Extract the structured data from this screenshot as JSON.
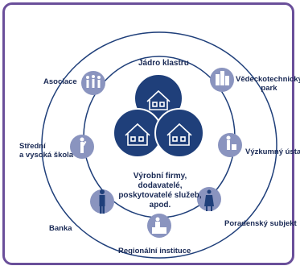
{
  "diagram": {
    "core_label": "Jádro klastru",
    "core_description": "Výrobní firmy, dodavatelé, poskytovatelé služeb, apod.",
    "colors": {
      "frame": "#6a4f9a",
      "circle_dark": "#1f3f7a",
      "icon_bg": "#8a94bf",
      "text": "#1a2a55"
    },
    "nodes": [
      {
        "label": "Asociace",
        "icon": "people-group-icon"
      },
      {
        "label": "Střední\na vysoká škola",
        "icon": "student-icon"
      },
      {
        "label": "Banka",
        "icon": "banker-icon"
      },
      {
        "label": "Regionální instituce",
        "icon": "official-desk-icon"
      },
      {
        "label": "Poradenský subjekt",
        "icon": "consultant-icon"
      },
      {
        "label": "Výzkumný ústav",
        "icon": "researcher-icon"
      },
      {
        "label": "Vědeckotechnický\npark",
        "icon": "science-park-icon"
      }
    ]
  }
}
